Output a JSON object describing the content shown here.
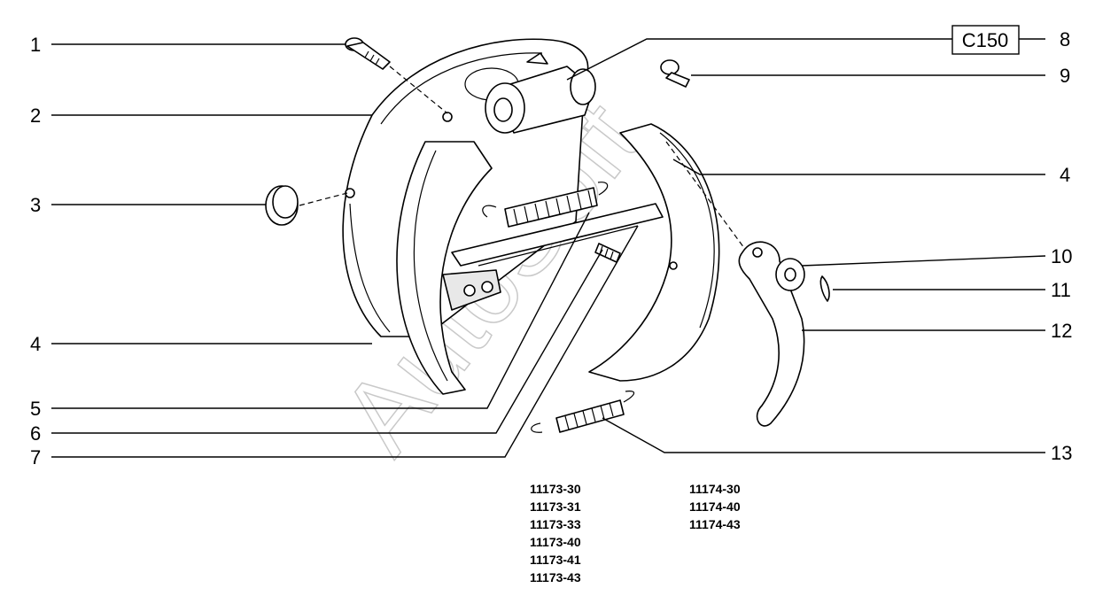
{
  "diagram": {
    "part_numbers": [
      "1",
      "2",
      "3",
      "4",
      "5",
      "6",
      "7",
      "8",
      "9",
      "4",
      "10",
      "11",
      "12",
      "13"
    ],
    "ref_box": "C150",
    "watermark": "AutoSoft",
    "model_codes_col1": [
      "11173-30",
      "11173-31",
      "11173-33",
      "11173-40",
      "11173-41",
      "11173-43"
    ],
    "model_codes_col2": [
      "11174-30",
      "11174-40",
      "11174-43"
    ]
  }
}
